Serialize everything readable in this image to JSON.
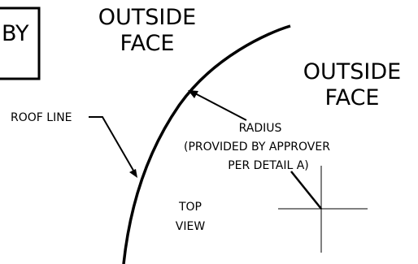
{
  "diagram": {
    "box_label": "BY",
    "outside_face_left": {
      "line1": "OUTSIDE",
      "line2": "FACE"
    },
    "outside_face_right": {
      "line1": "OUTSIDE",
      "line2": "FACE"
    },
    "roof_line_label": "ROOF LINE",
    "radius_note": {
      "line1": "RADIUS",
      "line2": "(PROVIDED BY APPROVER",
      "line3": "PER DETAIL A)"
    },
    "view_label": {
      "line1": "TOP",
      "line2": "VIEW"
    }
  },
  "colors": {
    "ink": "#000000",
    "background": "#ffffff"
  }
}
